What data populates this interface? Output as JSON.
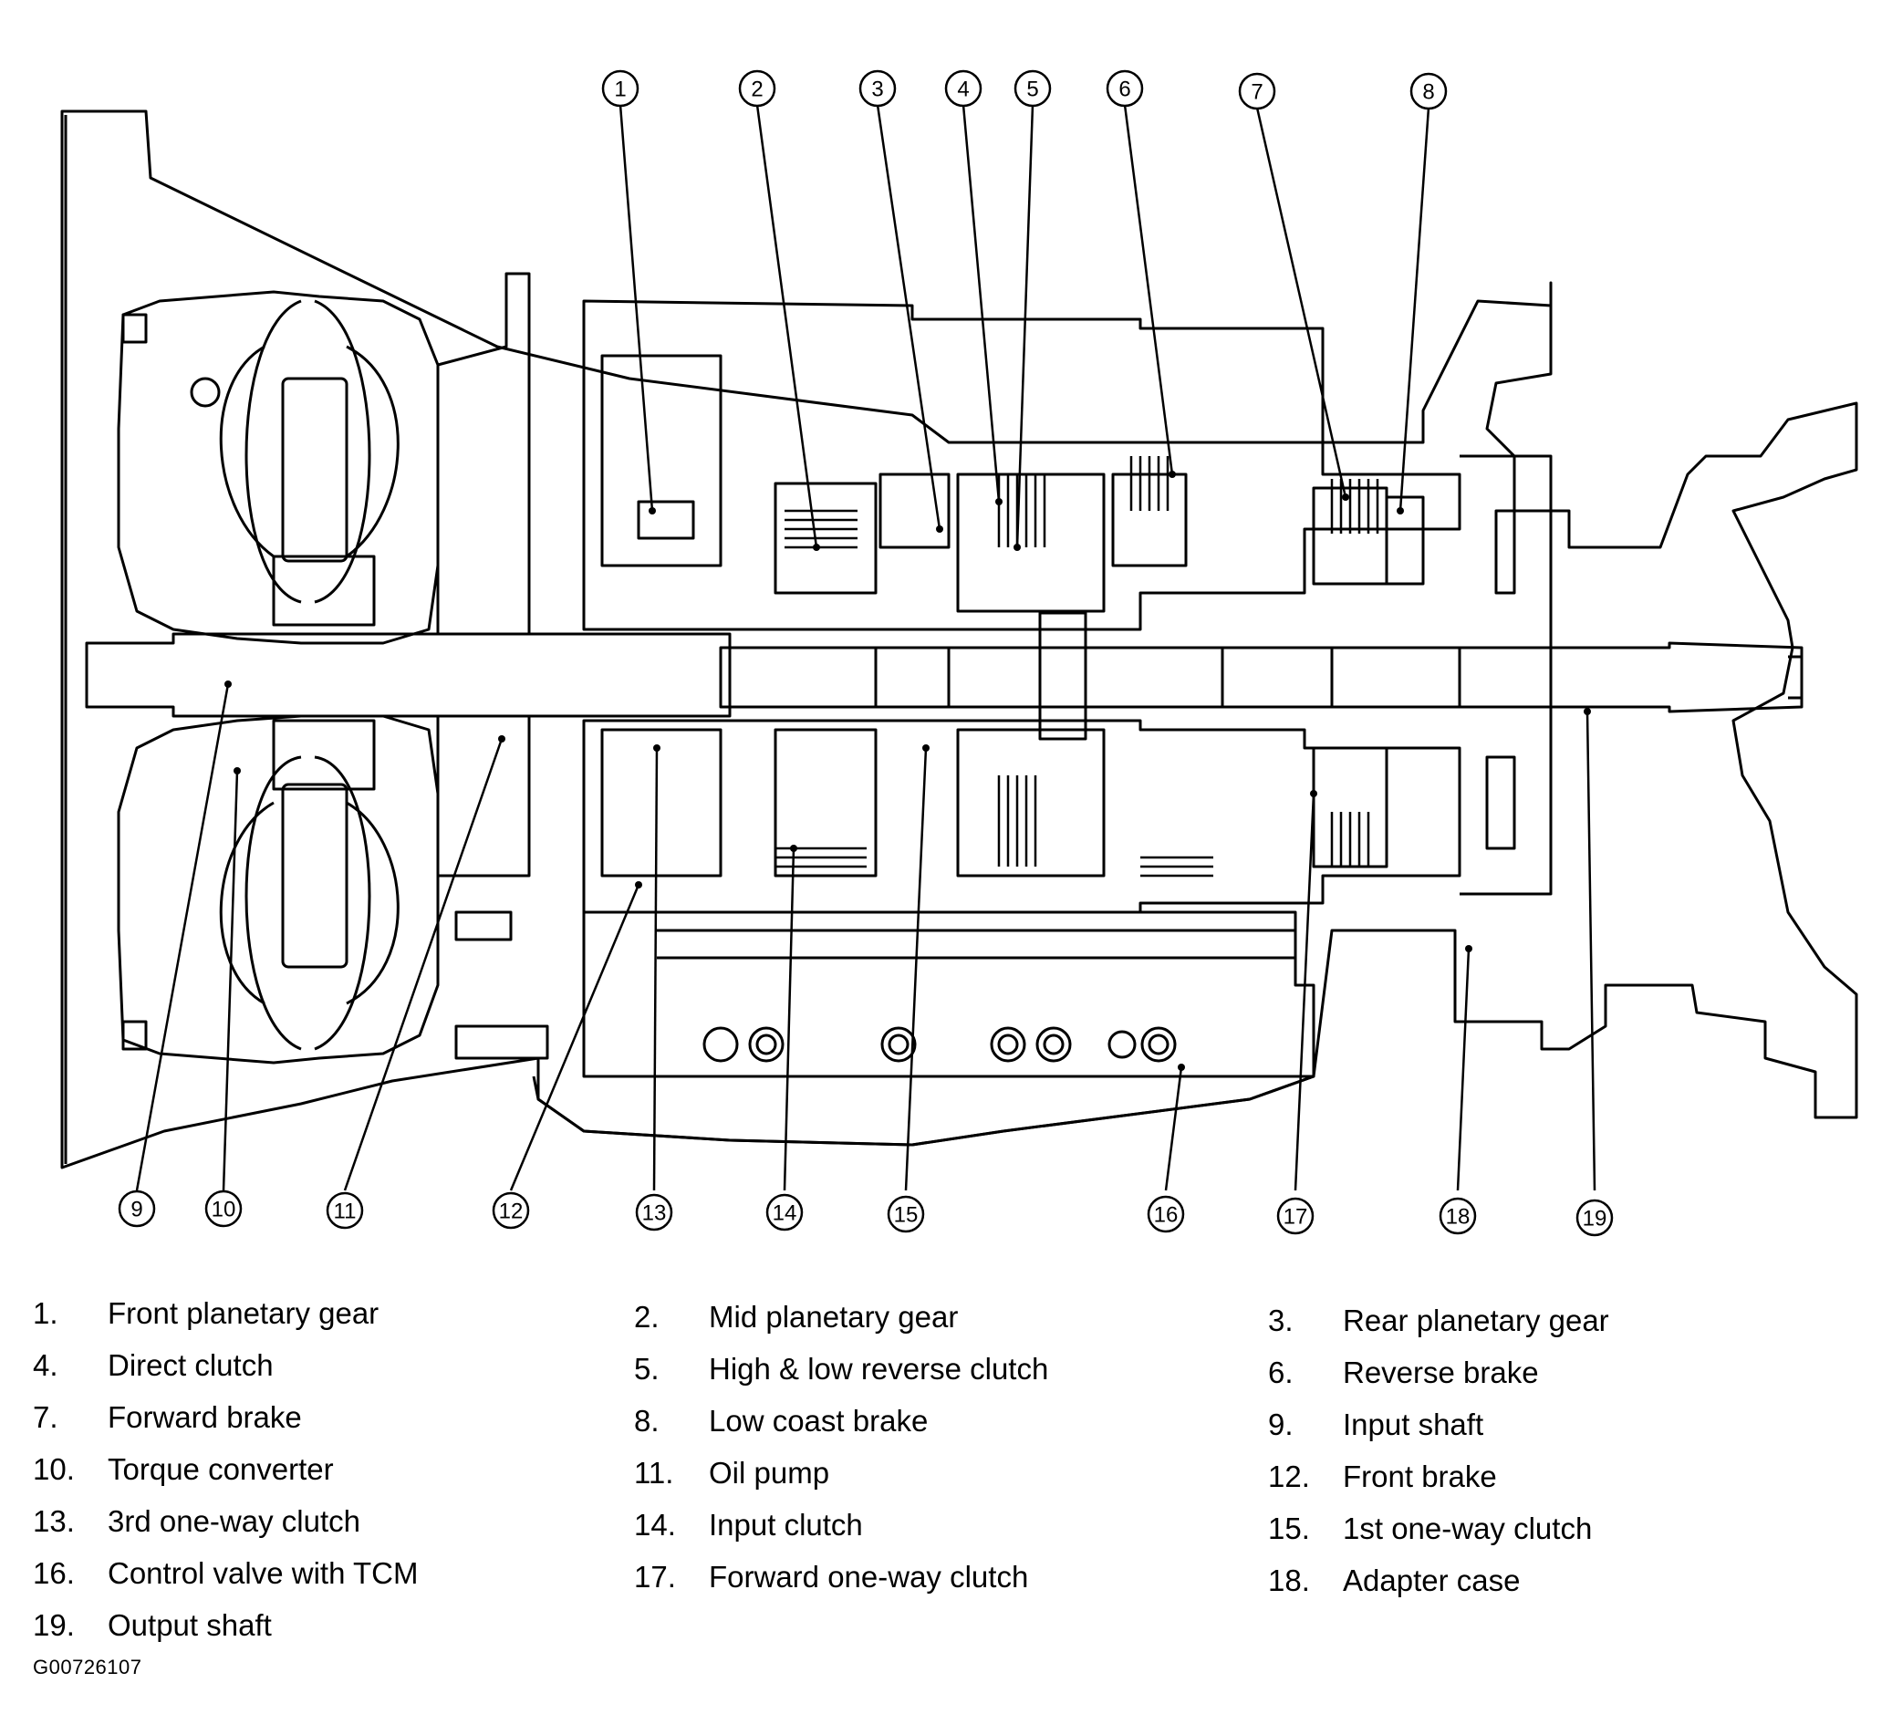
{
  "callouts": [
    "1",
    "2",
    "3",
    "4",
    "5",
    "6",
    "7",
    "8",
    "9",
    "10",
    "11",
    "12",
    "13",
    "14",
    "15",
    "16",
    "17",
    "18",
    "19"
  ],
  "legend": [
    {
      "num": "1.",
      "label": "Front planetary gear"
    },
    {
      "num": "2.",
      "label": "Mid planetary gear"
    },
    {
      "num": "3.",
      "label": "Rear planetary gear"
    },
    {
      "num": "4.",
      "label": "Direct clutch"
    },
    {
      "num": "5.",
      "label": "High & low reverse clutch"
    },
    {
      "num": "6.",
      "label": "Reverse brake"
    },
    {
      "num": "7.",
      "label": "Forward brake"
    },
    {
      "num": "8.",
      "label": "Low coast brake"
    },
    {
      "num": "9.",
      "label": "Input shaft"
    },
    {
      "num": "10.",
      "label": "Torque converter"
    },
    {
      "num": "11.",
      "label": "Oil pump"
    },
    {
      "num": "12.",
      "label": "Front brake"
    },
    {
      "num": "13.",
      "label": "3rd one-way clutch"
    },
    {
      "num": "14.",
      "label": "Input clutch"
    },
    {
      "num": "15.",
      "label": "1st one-way clutch"
    },
    {
      "num": "16.",
      "label": "Control valve with TCM"
    },
    {
      "num": "17.",
      "label": "Forward one-way clutch"
    },
    {
      "num": "18.",
      "label": "Adapter case"
    },
    {
      "num": "19.",
      "label": "Output shaft"
    }
  ],
  "figure_code": "G00726107"
}
